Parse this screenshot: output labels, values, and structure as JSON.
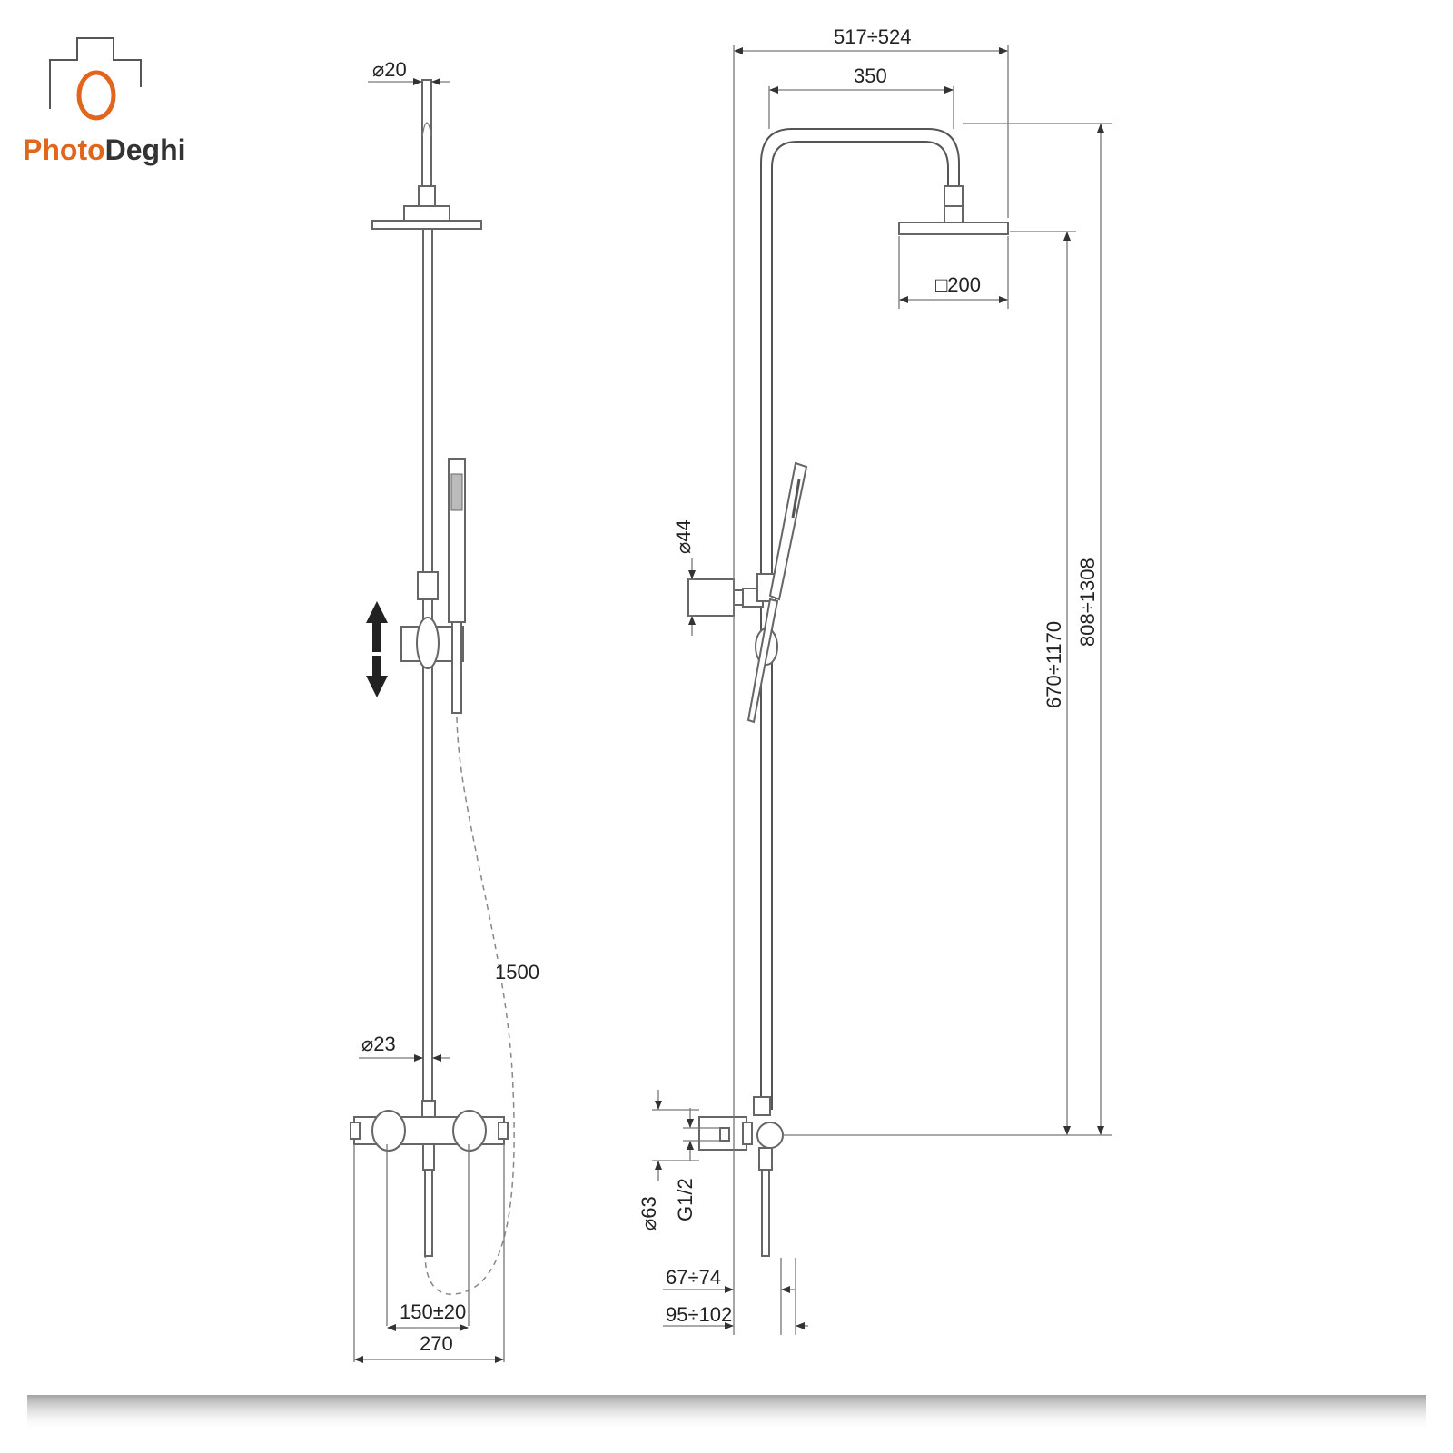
{
  "logo": {
    "part1": "Photo",
    "part2": "Deghi",
    "color_part1": "#e2651c",
    "color_part2": "#333333"
  },
  "dimensions": {
    "top_pipe_diameter": "20",
    "hose_length": "1500",
    "bar_diameter": "23",
    "inlet_spacing": "150±20",
    "mixer_width": "270",
    "overall_projection": "517÷524",
    "arm_length": "350",
    "head_size": "200",
    "bracket_diameter": "44",
    "height_head": "670÷1170",
    "height_total": "808÷1308",
    "mixer_diameter": "63",
    "inlet_thread": "G1/2",
    "wall_distance_1": "67÷74",
    "wall_distance_2": "95÷102"
  },
  "symbols": {
    "diameter": "⌀",
    "square": "□"
  },
  "colors": {
    "line": "#555555",
    "logo_orange": "#e2651c",
    "arrow": "#222222"
  }
}
